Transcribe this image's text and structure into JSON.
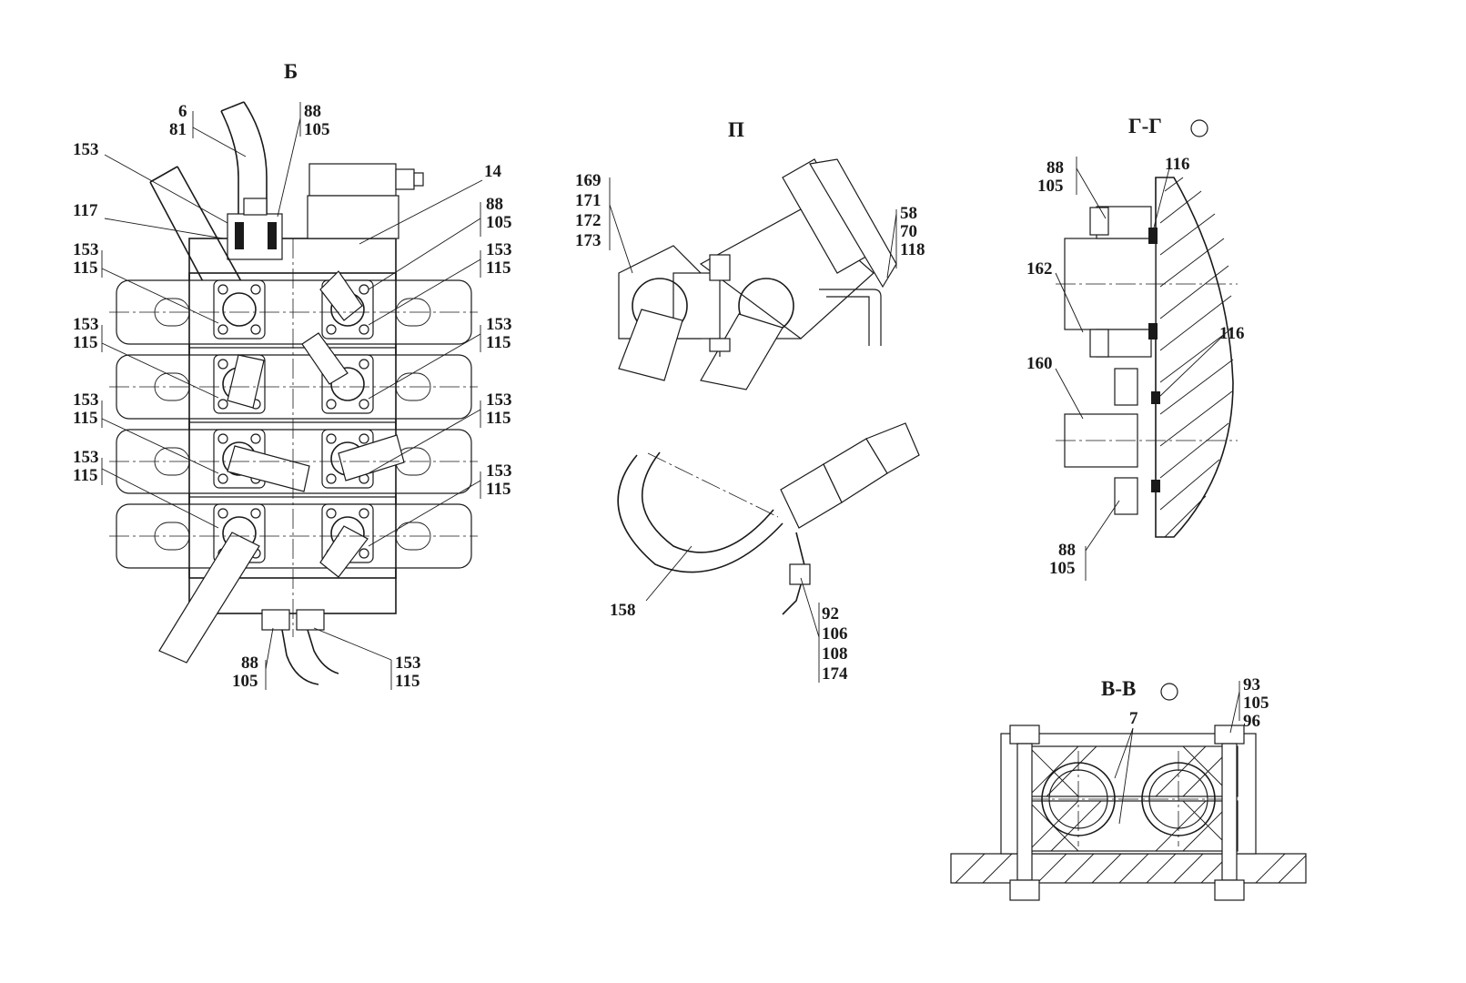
{
  "views": {
    "b": {
      "title": "Б"
    },
    "p": {
      "title": "П"
    },
    "gg": {
      "title": "Г-Г"
    },
    "vv": {
      "title": "В-В"
    }
  },
  "callouts": [
    {
      "id": "b-6-81",
      "lines": [
        "6",
        "81"
      ]
    },
    {
      "id": "b-88-105-top",
      "lines": [
        "88",
        "105"
      ]
    },
    {
      "id": "b-153-top",
      "lines": [
        "153"
      ]
    },
    {
      "id": "b-117",
      "lines": [
        "117"
      ]
    },
    {
      "id": "b-14",
      "lines": [
        "14"
      ]
    },
    {
      "id": "b-88-105-r",
      "lines": [
        "88",
        "105"
      ]
    },
    {
      "id": "b-153-115-l1",
      "lines": [
        "153",
        "115"
      ]
    },
    {
      "id": "b-153-115-l2",
      "lines": [
        "153",
        "115"
      ]
    },
    {
      "id": "b-153-115-l3",
      "lines": [
        "153",
        "115"
      ]
    },
    {
      "id": "b-153-115-l4",
      "lines": [
        "153",
        "115"
      ]
    },
    {
      "id": "b-153-115-r1",
      "lines": [
        "153",
        "115"
      ]
    },
    {
      "id": "b-153-115-r2",
      "lines": [
        "153",
        "115"
      ]
    },
    {
      "id": "b-153-115-r3",
      "lines": [
        "153",
        "115"
      ]
    },
    {
      "id": "b-153-115-r4",
      "lines": [
        "153",
        "115"
      ]
    },
    {
      "id": "b-88-105-bot",
      "lines": [
        "88",
        "105"
      ]
    },
    {
      "id": "b-153-115-bot",
      "lines": [
        "153",
        "115"
      ]
    },
    {
      "id": "p-169-173",
      "lines": [
        "169",
        "171",
        "172",
        "173"
      ]
    },
    {
      "id": "p-58-118",
      "lines": [
        "58",
        "70",
        "118"
      ]
    },
    {
      "id": "p-158",
      "lines": [
        "158"
      ]
    },
    {
      "id": "p-92-174",
      "lines": [
        "92",
        "106",
        "108",
        "174"
      ]
    },
    {
      "id": "g-88-105-top",
      "lines": [
        "88",
        "105"
      ]
    },
    {
      "id": "g-116-top",
      "lines": [
        "116"
      ]
    },
    {
      "id": "g-162",
      "lines": [
        "162"
      ]
    },
    {
      "id": "g-116-mid",
      "lines": [
        "116"
      ]
    },
    {
      "id": "g-160",
      "lines": [
        "160"
      ]
    },
    {
      "id": "g-88-105-bot",
      "lines": [
        "88",
        "105"
      ]
    },
    {
      "id": "v-93-105-96",
      "lines": [
        "93",
        "105",
        "96"
      ]
    },
    {
      "id": "v-7",
      "lines": [
        "7"
      ]
    }
  ]
}
